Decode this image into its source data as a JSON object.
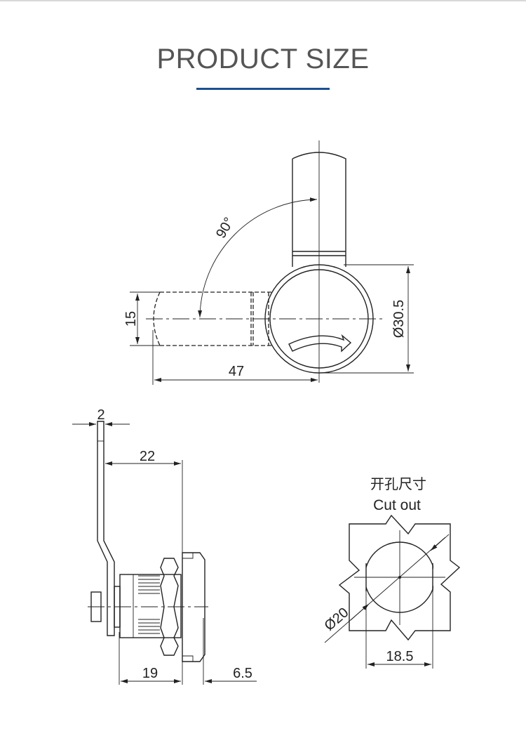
{
  "header": {
    "title": "PRODUCT SIZE",
    "accent_color": "#1f4f8f"
  },
  "front_view": {
    "angle_label": "90°",
    "width_label": "15",
    "length_label": "47",
    "diameter_label": "Ø30.5"
  },
  "side_view": {
    "thickness_label": "2",
    "offset_label": "22",
    "body_label": "19",
    "flange_label": "6.5"
  },
  "cutout": {
    "title_cn": "开孔尺寸",
    "title_en": "Cut out",
    "diameter_label": "Ø20",
    "flat_label": "18.5"
  }
}
